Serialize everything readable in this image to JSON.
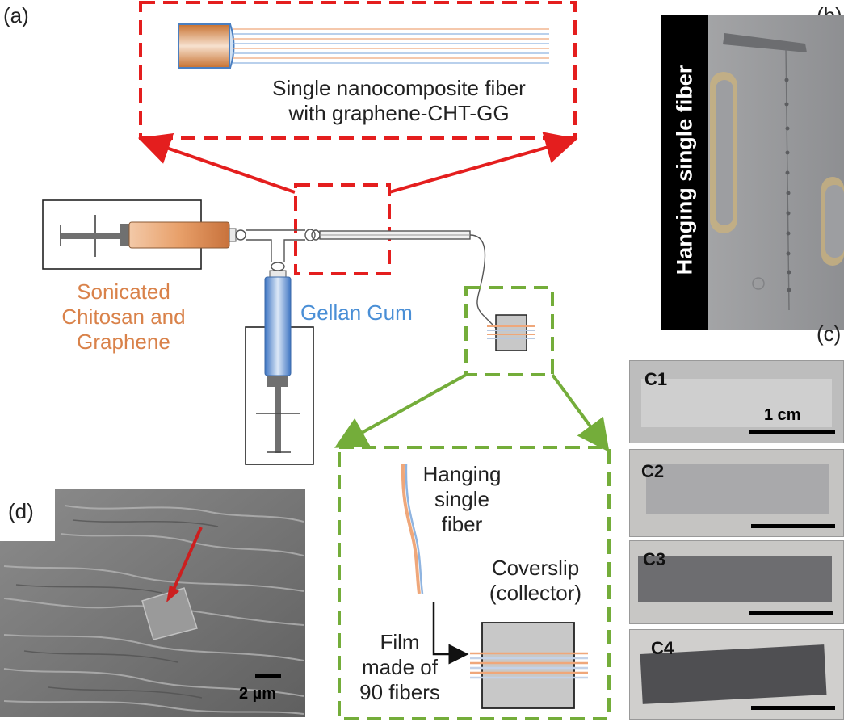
{
  "panels": {
    "a": "(a)",
    "b": "(b)",
    "c": "(c)",
    "d": "(d)"
  },
  "panel_a": {
    "fiber_caption_line1": "Single nanocomposite fiber",
    "fiber_caption_line2": "with graphene-CHT-GG",
    "syringe1_label_line1": "Sonicated",
    "syringe1_label_line2": "Chitosan and",
    "syringe1_label_line3": "Graphene",
    "syringe2_label": "Gellan Gum",
    "hanging_line1": "Hanging",
    "hanging_line2": "single",
    "hanging_line3": "fiber",
    "coverslip_line1": "Coverslip",
    "coverslip_line2": "(collector)",
    "film_line1": "Film",
    "film_line2": "made of",
    "film_line3": "90 fibers"
  },
  "panel_b": {
    "vertical_label": "Hanging single fiber"
  },
  "panel_c": {
    "samples": [
      "C1",
      "C2",
      "C3",
      "C4"
    ],
    "scale_label": "1 cm"
  },
  "panel_d": {
    "scale_label": "2 µm"
  },
  "colors": {
    "red_dashed": "#e41e1e",
    "green_dashed": "#74ad3a",
    "orange_fill": "#e39a62",
    "blue_fill": "#6a9fd8",
    "fiber_orange": "#efa77a",
    "fiber_blue": "#8fb4e0"
  }
}
